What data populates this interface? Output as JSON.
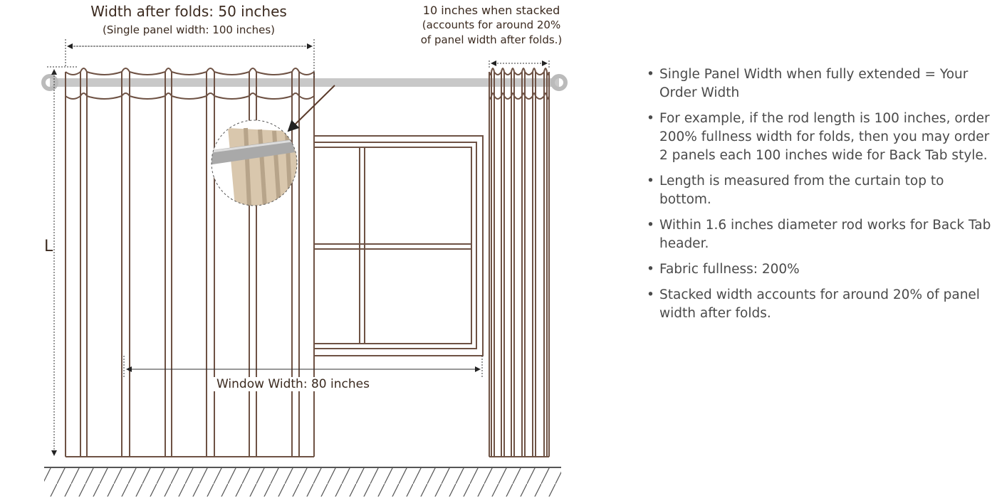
{
  "labels": {
    "width_after_folds": "Width after folds: 50 inches",
    "single_panel_width": "(Single panel width: 100 inches)",
    "stacked_line1": "10 inches when stacked",
    "stacked_line2": "(accounts for around 20%",
    "stacked_line3": "of panel width after folds.)",
    "length": "L",
    "window_width": "Window Width: 80 inches"
  },
  "notes": [
    "Single Panel Width when fully extended = Your Order Width",
    "For example, if the rod length is 100 inches, order 200% fullness width for folds, then you may order 2 panels each 100 inches wide for Back Tab style.",
    "Length is measured from the curtain top to bottom.",
    "Within 1.6 inches diameter rod works for Back Tab header.",
    "Fabric fullness: 200%",
    "Stacked width accounts for around 20% of panel width after folds."
  ],
  "colors": {
    "line": "#6e5244",
    "rod": "#c4c4c4",
    "fabric": "#d9c7ad",
    "text": "#3b2a1f"
  }
}
